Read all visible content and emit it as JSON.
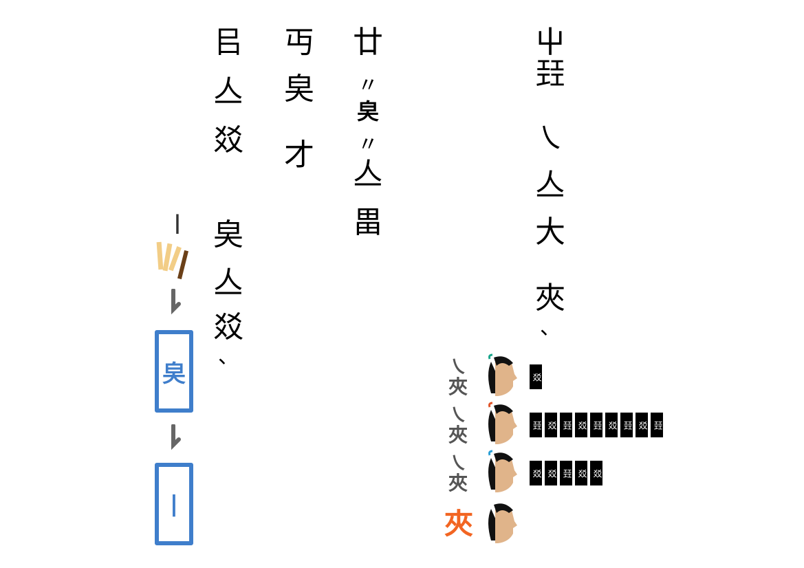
{
  "columns": [
    {
      "id": "col1",
      "glyphs": [
        "屮",
        "㠭",
        "",
        "㇏",
        "亼",
        "大",
        "",
        "夾",
        "、"
      ]
    },
    {
      "id": "col2",
      "glyphs": [
        "廿",
        "〃",
        "㚖",
        "〃",
        "亼",
        "畕"
      ]
    },
    {
      "id": "col3",
      "glyphs": [
        "丏",
        "㚖",
        "才"
      ]
    },
    {
      "id": "col4",
      "glyphs": [
        "㠯",
        "亼",
        "㸚",
        "",
        "㚖",
        "亼",
        "㸚",
        "、"
      ]
    }
  ],
  "dialogue": [
    {
      "speaker": [
        "㇏",
        "夾"
      ],
      "accent": "#1aa68c",
      "tallies": [
        "㸚"
      ]
    },
    {
      "speaker": [
        "㇏",
        "夾"
      ],
      "accent": "#e0552a",
      "tallies": [
        "㠭",
        "㸚",
        "㠭",
        "㸚",
        "㠭",
        "㸚",
        "㠭",
        "㸚",
        "㠭"
      ]
    },
    {
      "speaker": [
        "㇏",
        "夾"
      ],
      "accent": "#2a9fd6",
      "tallies": [
        "㸚",
        "㸚",
        "㠭",
        "㸚",
        "㸚"
      ]
    },
    {
      "speaker": [
        "夾"
      ],
      "accent": "#f26522",
      "tallies": []
    }
  ],
  "flow": {
    "top_stroke": "丨",
    "box1_glyph": "㚖",
    "box2_glyph": "丨"
  },
  "colors": {
    "box": "#3f7ecb",
    "accent_last": "#f26522",
    "skin": "#e0b48a",
    "hair": "#111111",
    "wood_light": "#f2cd86",
    "wood_dark": "#6b4018"
  }
}
